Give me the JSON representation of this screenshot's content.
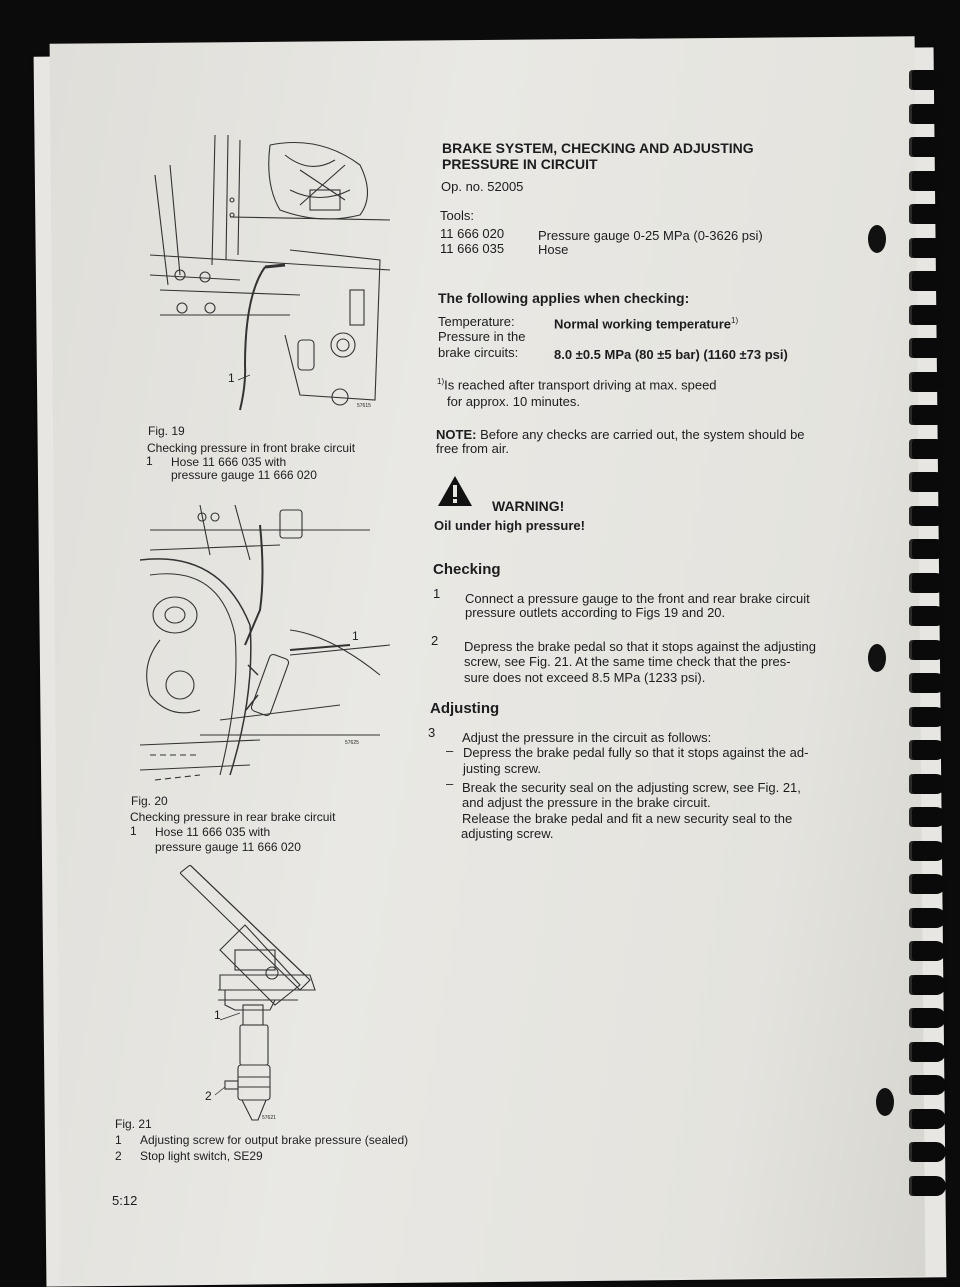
{
  "title_line1": "BRAKE SYSTEM, CHECKING AND ADJUSTING",
  "title_line2": "PRESSURE IN CIRCUIT",
  "op_no": "Op. no. 52005",
  "tools": {
    "heading": "Tools:",
    "rows": [
      {
        "code": "11 666 020",
        "desc": "Pressure gauge 0-25 MPa (0-3626 psi)"
      },
      {
        "code": "11 666 035",
        "desc": "Hose"
      }
    ]
  },
  "applies_heading": "The following applies when checking:",
  "conditions": {
    "temp_label": "Temperature:",
    "temp_value": "Normal working temperature",
    "temp_sup": "1)",
    "pressure_label_1": "Pressure in the",
    "pressure_label_2": "brake circuits:",
    "pressure_value": "8.0 ±0.5 MPa (80 ±5 bar) (1160 ±73 psi)"
  },
  "footnote": {
    "sup": "1)",
    "line1": "Is reached after transport driving at max. speed",
    "line2": "for approx. 10 minutes."
  },
  "note": {
    "label": "NOTE:",
    "line1": "Before any checks are carried out, the system should be",
    "line2": "free from air."
  },
  "warning": {
    "title": "WARNING!",
    "text": "Oil under high pressure!"
  },
  "checking": {
    "heading": "Checking",
    "steps": [
      {
        "num": "1",
        "lines": [
          "Connect a pressure gauge to the front and rear brake circuit",
          "pressure outlets according to Figs 19 and 20."
        ]
      },
      {
        "num": "2",
        "lines": [
          "Depress the brake pedal so that it stops against the adjusting",
          "screw, see Fig. 21. At the same time check that the pres-",
          "sure does not exceed 8.5 MPa (1233 psi)."
        ]
      }
    ]
  },
  "adjusting": {
    "heading": "Adjusting",
    "num": "3",
    "intro": "Adjust the pressure in the circuit as follows:",
    "dash": "–",
    "sub1": [
      "Depress the brake pedal fully so that it stops against the ad-",
      "justing screw."
    ],
    "sub2": [
      "Break the security seal on the adjusting screw, see Fig. 21,",
      "and adjust the pressure in the brake circuit.",
      "Release the brake pedal and fit a new security seal to the",
      "adjusting screw."
    ]
  },
  "fig19": {
    "label": "Fig. 19",
    "caption": "Checking pressure in front brake circuit",
    "item_num": "1",
    "item_line1": "Hose 11 666 035 with",
    "item_line2": "pressure gauge 11 666 020",
    "callout": "1",
    "code": "57615"
  },
  "fig20": {
    "label": "Fig. 20",
    "caption": "Checking pressure in rear brake circuit",
    "item_num": "1",
    "item_line1": "Hose 11 666 035 with",
    "item_line2": "pressure gauge 11 666 020",
    "callout": "1",
    "code": "57625"
  },
  "fig21": {
    "label": "Fig. 21",
    "items": [
      {
        "num": "1",
        "text": "Adjusting screw for output brake pressure (sealed)"
      },
      {
        "num": "2",
        "text": "Stop light switch, SE29"
      }
    ],
    "callout1": "1",
    "callout2": "2",
    "code": "57621"
  },
  "page_number": "5:12"
}
